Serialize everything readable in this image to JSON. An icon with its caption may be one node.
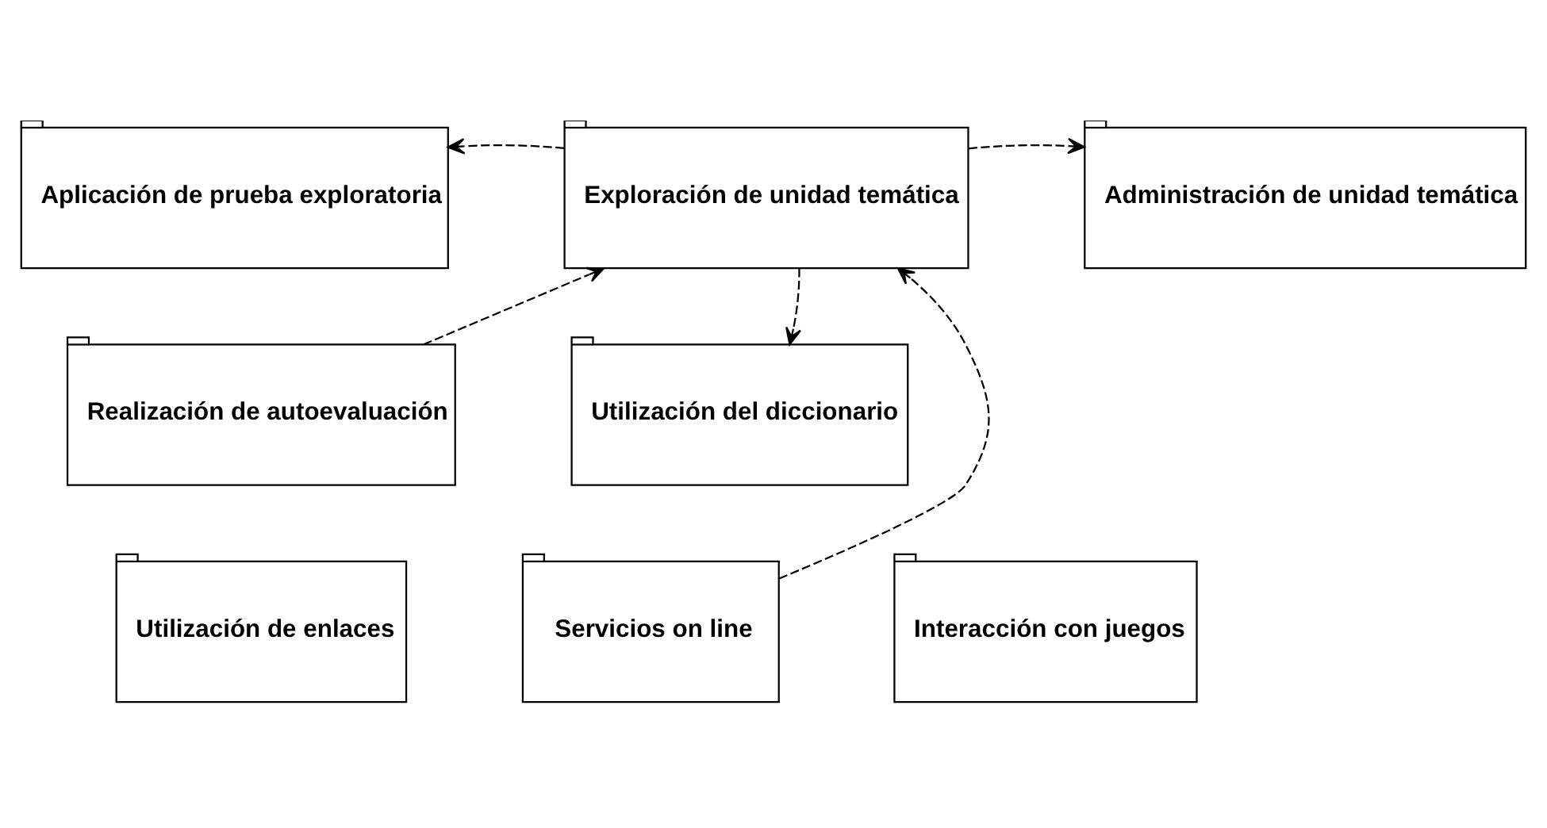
{
  "diagram": {
    "nodes": [
      {
        "text": [
          "Aplicación de prueba exploratoria"
        ]
      },
      {
        "text": [
          "Exploración de unidad temática"
        ]
      },
      {
        "text": [
          "Administración de unidad temática"
        ]
      },
      {
        "text": [
          "Realización de autoevaluación"
        ]
      },
      {
        "text": [
          "Utilización del diccionario"
        ]
      },
      {
        "text": [
          "Utilización de enlaces"
        ]
      },
      {
        "text": [
          "Servicios on line"
        ]
      },
      {
        "text": [
          "Interacción con juegos"
        ]
      }
    ],
    "edges": [
      {
        "from": 1,
        "to": 0,
        "arrow": "to",
        "style": "dashed"
      },
      {
        "from": 1,
        "to": 2,
        "arrow": "to",
        "style": "dashed"
      },
      {
        "from": 3,
        "to": 1,
        "arrow": "to",
        "style": "dashed"
      },
      {
        "from": 6,
        "to": 1,
        "arrow": "to",
        "style": "dashed"
      },
      {
        "from": 1,
        "to": 4,
        "arrow": "to",
        "style": "dashed"
      }
    ]
  }
}
